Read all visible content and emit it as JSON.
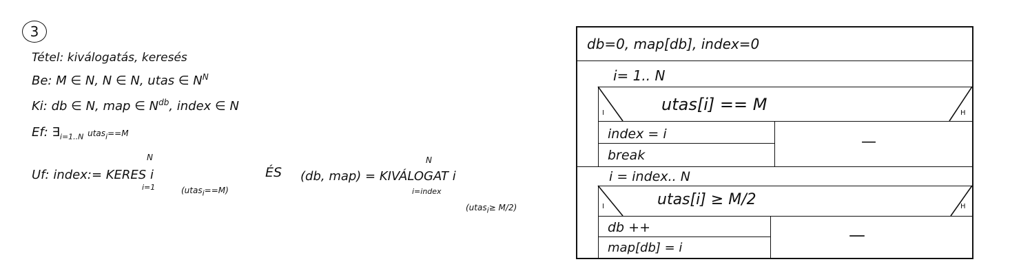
{
  "spec": {
    "number": "3",
    "title": "Tétel: kiválogatás, keresés",
    "be_label": "Be:",
    "be_text": "M ∈ N, N ∈ N, utas ∈ N",
    "be_sup": "N",
    "ki_label": "Ki:",
    "ki_text": "db ∈ N, map ∈ N",
    "ki_sup": "db",
    "ki_rest": ", index ∈ N",
    "ef_label": "Ef:",
    "ef_text": "∃",
    "ef_sub": "i=1..N",
    "ef_rest": "utas",
    "ef_rest_sub": "i",
    "ef_rest2": "==M",
    "uf_label": "Uf:",
    "uf_index": "index:= KERES",
    "uf_keres_top": "N",
    "uf_keres_sub": "i=1",
    "uf_keres_i": "i",
    "uf_keres_cond": "(utas",
    "uf_keres_cond_sub": "i",
    "uf_keres_cond_end": "==M)",
    "es": "ÉS",
    "uf_map": "(db, map) = KIVÁLOGAT",
    "uf_kiv_top": "N",
    "uf_kiv_i": "i",
    "uf_kiv_sub": "i=index",
    "uf_kiv_cond": "(utas",
    "uf_kiv_cond_sub": "i",
    "uf_kiv_cond_end": "≥ M/2)"
  },
  "structogram": {
    "init": "db=0, map[db], index=0",
    "loop1": "i= 1.. N",
    "cond1": "utas[i] == M",
    "cond1_true_mark": "I",
    "cond1_false_mark": "H",
    "then1_a": "index = i",
    "then1_b": "break",
    "else1": "—",
    "loop2": "i = index.. N",
    "cond2": "utas[i] ≥ M/2",
    "cond2_true_mark": "I",
    "cond2_false_mark": "H",
    "then2_a": "db ++",
    "then2_b": "map[db] = i",
    "else2": "—"
  }
}
